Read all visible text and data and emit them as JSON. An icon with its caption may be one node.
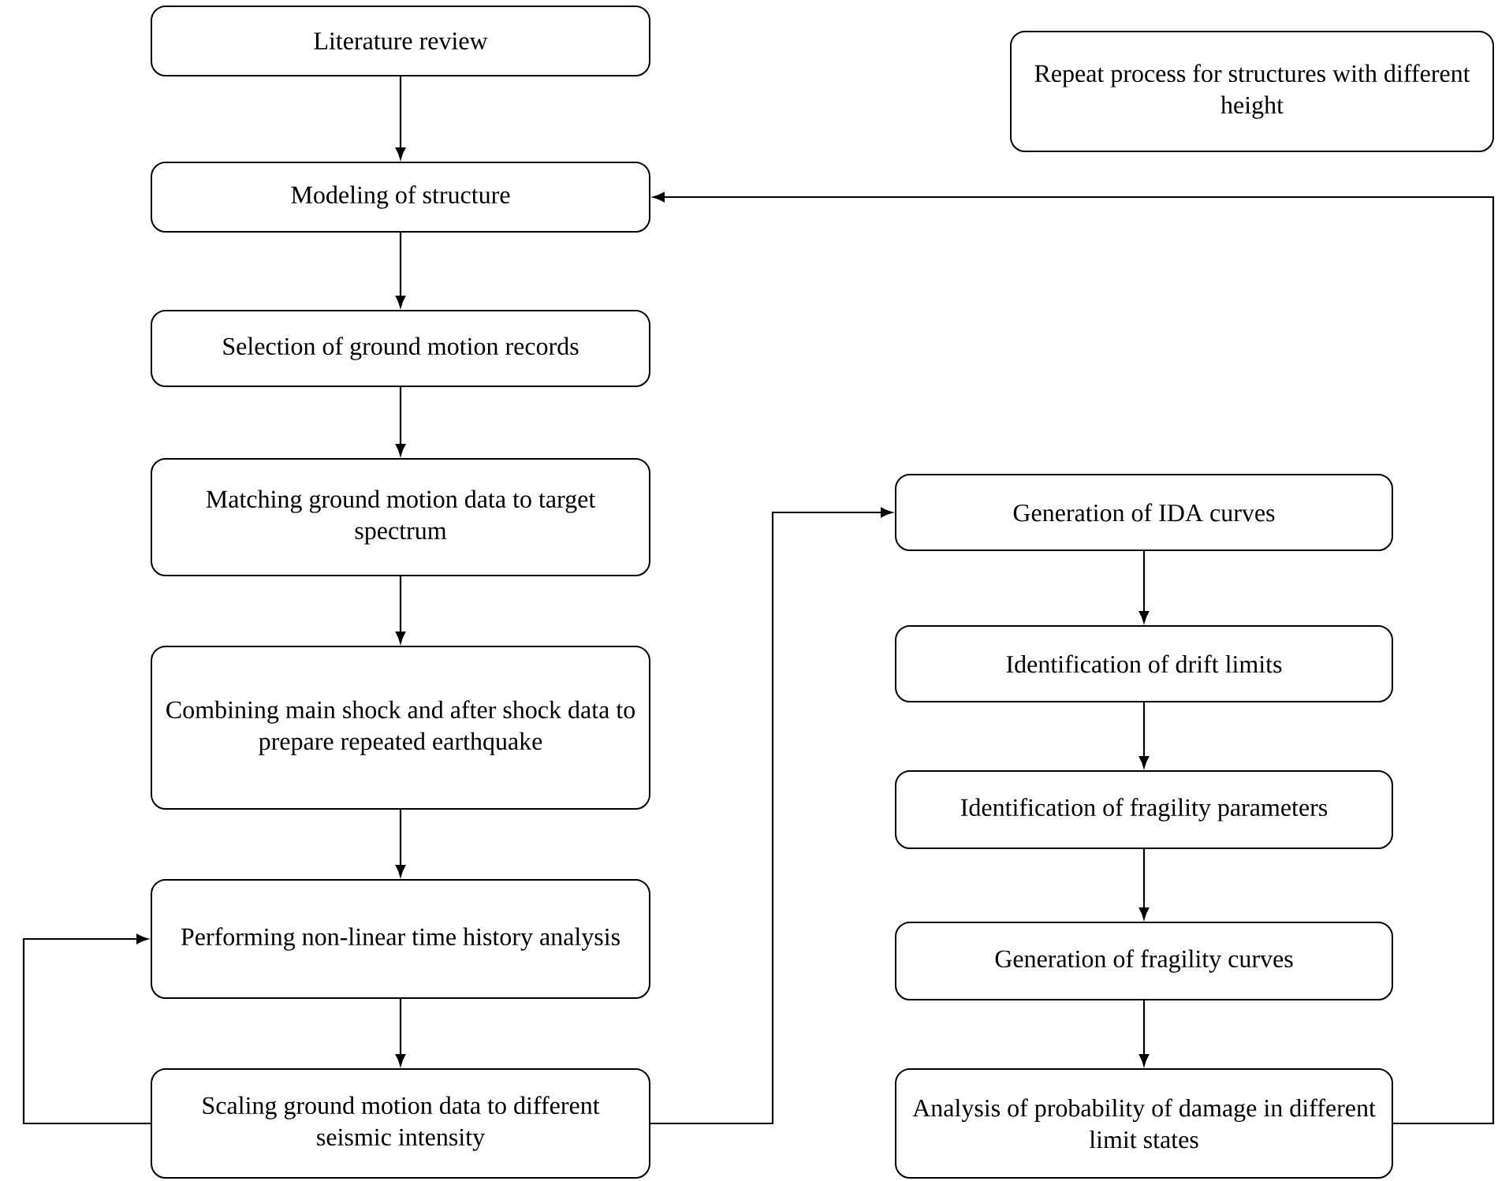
{
  "diagram": {
    "nodes": [
      {
        "text": [
          "Literature review"
        ]
      },
      {
        "text": [
          "Modeling of structure"
        ]
      },
      {
        "text": [
          "Selection of ground motion records"
        ]
      },
      {
        "text": [
          "Matching ground motion data to target spectrum"
        ]
      },
      {
        "text": [
          "Combining main shock and after shock data to prepare repeated earthquake"
        ]
      },
      {
        "text": [
          "Performing non-linear time history analysis"
        ]
      },
      {
        "text": [
          "Scaling ground motion data to different seismic intensity"
        ]
      },
      {
        "text": [
          "Repeat process for structures with different height"
        ]
      },
      {
        "text": [
          "Generation of IDA curves"
        ]
      },
      {
        "text": [
          "Identification of drift limits"
        ]
      },
      {
        "text": [
          "Identification of fragility parameters"
        ]
      },
      {
        "text": [
          "Generation of fragility curves"
        ]
      },
      {
        "text": [
          "Analysis of probability of damage in different limit states"
        ]
      }
    ],
    "edges": [
      {
        "from": 0,
        "to": 1,
        "arrow": "to"
      },
      {
        "from": 1,
        "to": 2,
        "arrow": "to"
      },
      {
        "from": 2,
        "to": 3,
        "arrow": "to"
      },
      {
        "from": 3,
        "to": 4,
        "arrow": "to"
      },
      {
        "from": 4,
        "to": 5,
        "arrow": "to"
      },
      {
        "from": 5,
        "to": 6,
        "arrow": "to"
      },
      {
        "from": 6,
        "to": 5,
        "arrow": "to"
      },
      {
        "from": 6,
        "to": 8,
        "arrow": "to"
      },
      {
        "from": 8,
        "to": 9,
        "arrow": "to"
      },
      {
        "from": 9,
        "to": 10,
        "arrow": "to"
      },
      {
        "from": 10,
        "to": 11,
        "arrow": "to"
      },
      {
        "from": 11,
        "to": 12,
        "arrow": "to"
      },
      {
        "from": 12,
        "to": 1,
        "arrow": "to"
      }
    ]
  }
}
